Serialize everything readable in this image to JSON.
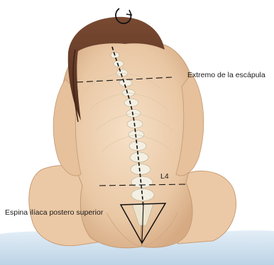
{
  "figure": {
    "labels": {
      "scapula_tip": "Extremo de la escápula",
      "lumbar_level": "L4",
      "iliac_spine": "Espina ilíaca  postero superior"
    },
    "icons": [
      "rotation-arrow-icon"
    ],
    "colors": {
      "skin": "#efd4b6",
      "skin_shadow": "#d9b28e",
      "hair": "#6a3f2b",
      "sheet": "#cfe0ee",
      "lines": "#111111"
    }
  }
}
